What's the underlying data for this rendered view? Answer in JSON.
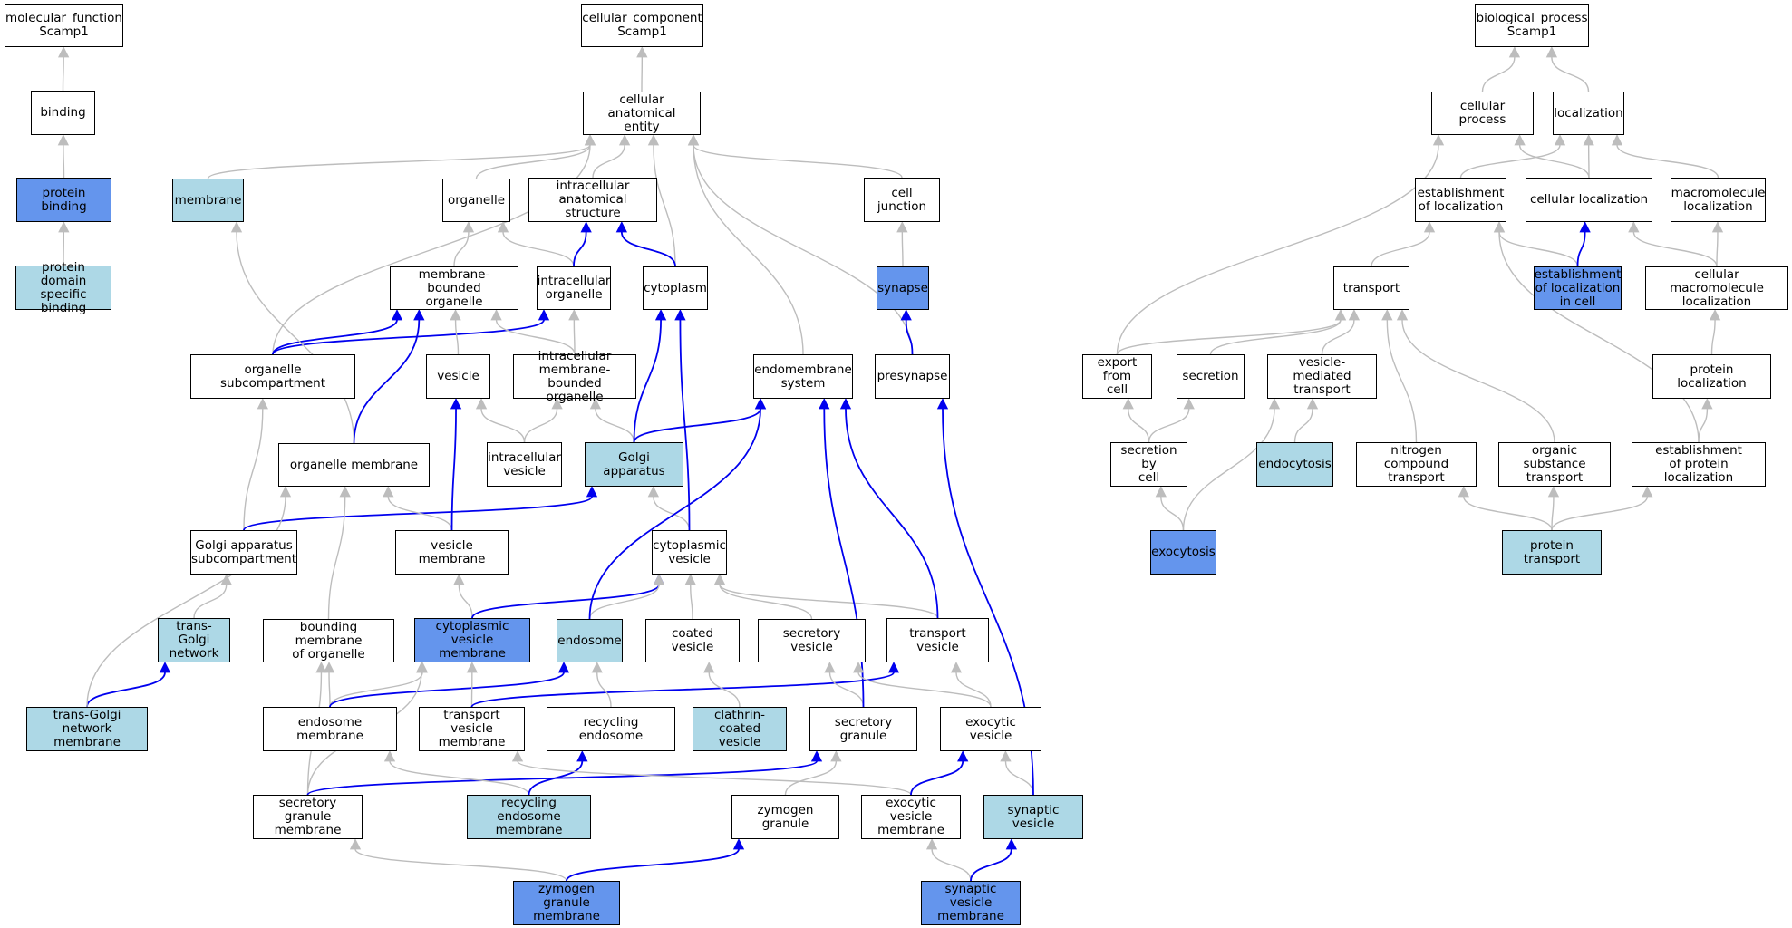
{
  "colors": {
    "plain": "#ffffff",
    "light": "#add8e6",
    "dark": "#6495ed",
    "edge_gray": "#bdbdbd",
    "edge_blue": "#0000ee"
  },
  "nodes": [
    {
      "id": "mf_root",
      "label": "molecular_function\nScamp1",
      "style": "plain"
    },
    {
      "id": "binding",
      "label": "binding",
      "style": "plain"
    },
    {
      "id": "protein_binding",
      "label": "protein binding",
      "style": "dark"
    },
    {
      "id": "protein_domain",
      "label": "protein domain\nspecific binding",
      "style": "light"
    },
    {
      "id": "cc_root",
      "label": "cellular_component\nScamp1",
      "style": "plain"
    },
    {
      "id": "cae",
      "label": "cellular anatomical\nentity",
      "style": "plain"
    },
    {
      "id": "membrane",
      "label": "membrane",
      "style": "light"
    },
    {
      "id": "organelle",
      "label": "organelle",
      "style": "plain"
    },
    {
      "id": "ias",
      "label": "intracellular\nanatomical structure",
      "style": "plain"
    },
    {
      "id": "cell_junction",
      "label": "cell junction",
      "style": "plain"
    },
    {
      "id": "mbo",
      "label": "membrane-bounded\norganelle",
      "style": "plain"
    },
    {
      "id": "intra_org",
      "label": "intracellular\norganelle",
      "style": "plain"
    },
    {
      "id": "cytoplasm",
      "label": "cytoplasm",
      "style": "plain"
    },
    {
      "id": "synapse",
      "label": "synapse",
      "style": "dark"
    },
    {
      "id": "org_subcomp",
      "label": "organelle subcompartment",
      "style": "plain"
    },
    {
      "id": "vesicle",
      "label": "vesicle",
      "style": "plain"
    },
    {
      "id": "imbo",
      "label": "intracellular\nmembrane-bounded\norganelle",
      "style": "plain"
    },
    {
      "id": "endomem",
      "label": "endomembrane\nsystem",
      "style": "plain"
    },
    {
      "id": "presynapse",
      "label": "presynapse",
      "style": "plain"
    },
    {
      "id": "org_membrane",
      "label": "organelle membrane",
      "style": "plain"
    },
    {
      "id": "intra_vesicle",
      "label": "intracellular\nvesicle",
      "style": "plain"
    },
    {
      "id": "golgi",
      "label": "Golgi apparatus",
      "style": "light"
    },
    {
      "id": "golgi_sub",
      "label": "Golgi apparatus\nsubcompartment",
      "style": "plain"
    },
    {
      "id": "vesicle_mem",
      "label": "vesicle membrane",
      "style": "plain"
    },
    {
      "id": "cyto_vesicle",
      "label": "cytoplasmic\nvesicle",
      "style": "plain"
    },
    {
      "id": "tgn",
      "label": "trans-Golgi\nnetwork",
      "style": "light"
    },
    {
      "id": "bound_mem",
      "label": "bounding membrane\nof organelle",
      "style": "plain"
    },
    {
      "id": "cvm",
      "label": "cytoplasmic\nvesicle membrane",
      "style": "dark"
    },
    {
      "id": "endosome",
      "label": "endosome",
      "style": "light"
    },
    {
      "id": "coated_vesicle",
      "label": "coated vesicle",
      "style": "plain"
    },
    {
      "id": "secretory_vesicle",
      "label": "secretory vesicle",
      "style": "plain"
    },
    {
      "id": "transport_vesicle",
      "label": "transport vesicle",
      "style": "plain"
    },
    {
      "id": "tgn_mem",
      "label": "trans-Golgi\nnetwork membrane",
      "style": "light"
    },
    {
      "id": "endo_mem",
      "label": "endosome membrane",
      "style": "plain"
    },
    {
      "id": "tv_mem",
      "label": "transport vesicle\nmembrane",
      "style": "plain"
    },
    {
      "id": "recyc_endo",
      "label": "recycling endosome",
      "style": "plain"
    },
    {
      "id": "clathrin",
      "label": "clathrin-coated\nvesicle",
      "style": "light"
    },
    {
      "id": "sec_granule",
      "label": "secretory granule",
      "style": "plain"
    },
    {
      "id": "exo_vesicle",
      "label": "exocytic vesicle",
      "style": "plain"
    },
    {
      "id": "sg_mem",
      "label": "secretory granule\nmembrane",
      "style": "plain"
    },
    {
      "id": "re_mem",
      "label": "recycling endosome\nmembrane",
      "style": "light"
    },
    {
      "id": "zymogen",
      "label": "zymogen granule",
      "style": "plain"
    },
    {
      "id": "ev_mem",
      "label": "exocytic vesicle\nmembrane",
      "style": "plain"
    },
    {
      "id": "syn_vesicle",
      "label": "synaptic vesicle",
      "style": "light"
    },
    {
      "id": "zg_mem",
      "label": "zymogen granule\nmembrane",
      "style": "dark"
    },
    {
      "id": "sv_mem",
      "label": "synaptic vesicle\nmembrane",
      "style": "dark"
    },
    {
      "id": "bp_root",
      "label": "biological_process\nScamp1",
      "style": "plain"
    },
    {
      "id": "cell_proc",
      "label": "cellular process",
      "style": "plain"
    },
    {
      "id": "localization",
      "label": "localization",
      "style": "plain"
    },
    {
      "id": "est_loc",
      "label": "establishment\nof localization",
      "style": "plain"
    },
    {
      "id": "cell_loc",
      "label": "cellular localization",
      "style": "plain"
    },
    {
      "id": "macro_loc",
      "label": "macromolecule\nlocalization",
      "style": "plain"
    },
    {
      "id": "transport",
      "label": "transport",
      "style": "plain"
    },
    {
      "id": "est_loc_cell",
      "label": "establishment\nof localization\nin cell",
      "style": "dark"
    },
    {
      "id": "cell_macro_loc",
      "label": "cellular macromolecule\nlocalization",
      "style": "plain"
    },
    {
      "id": "export_cell",
      "label": "export from\ncell",
      "style": "plain"
    },
    {
      "id": "secretion",
      "label": "secretion",
      "style": "plain"
    },
    {
      "id": "vmt",
      "label": "vesicle-mediated\ntransport",
      "style": "plain"
    },
    {
      "id": "protein_loc",
      "label": "protein localization",
      "style": "plain"
    },
    {
      "id": "sec_by_cell",
      "label": "secretion by\ncell",
      "style": "plain"
    },
    {
      "id": "endocytosis",
      "label": "endocytosis",
      "style": "light"
    },
    {
      "id": "nitrogen",
      "label": "nitrogen compound\ntransport",
      "style": "plain"
    },
    {
      "id": "organic",
      "label": "organic substance\ntransport",
      "style": "plain"
    },
    {
      "id": "est_prot_loc",
      "label": "establishment\nof protein localization",
      "style": "plain"
    },
    {
      "id": "exocytosis",
      "label": "exocytosis",
      "style": "dark"
    },
    {
      "id": "protein_transport",
      "label": "protein transport",
      "style": "light"
    }
  ],
  "edges": [
    {
      "from": "binding",
      "to": "mf_root",
      "color": "gray"
    },
    {
      "from": "protein_binding",
      "to": "binding",
      "color": "gray"
    },
    {
      "from": "protein_domain",
      "to": "protein_binding",
      "color": "gray"
    },
    {
      "from": "cae",
      "to": "cc_root",
      "color": "gray"
    },
    {
      "from": "membrane",
      "to": "cae",
      "color": "gray"
    },
    {
      "from": "organelle",
      "to": "cae",
      "color": "gray"
    },
    {
      "from": "ias",
      "to": "cae",
      "color": "gray"
    },
    {
      "from": "cytoplasm",
      "to": "cae",
      "color": "gray"
    },
    {
      "from": "endomem",
      "to": "cae",
      "color": "gray"
    },
    {
      "from": "presynapse",
      "to": "cae",
      "color": "gray"
    },
    {
      "from": "cell_junction",
      "to": "cae",
      "color": "gray"
    },
    {
      "from": "org_subcomp",
      "to": "cae",
      "color": "gray"
    },
    {
      "from": "mbo",
      "to": "organelle",
      "color": "gray"
    },
    {
      "from": "intra_org",
      "to": "organelle",
      "color": "gray"
    },
    {
      "from": "intra_org",
      "to": "ias",
      "color": "blue"
    },
    {
      "from": "cytoplasm",
      "to": "ias",
      "color": "blue"
    },
    {
      "from": "synapse",
      "to": "cell_junction",
      "color": "gray"
    },
    {
      "from": "presynapse",
      "to": "synapse",
      "color": "blue"
    },
    {
      "from": "org_subcomp",
      "to": "mbo",
      "color": "blue"
    },
    {
      "from": "org_subcomp",
      "to": "intra_org",
      "color": "blue"
    },
    {
      "from": "vesicle",
      "to": "mbo",
      "color": "gray"
    },
    {
      "from": "imbo",
      "to": "mbo",
      "color": "gray"
    },
    {
      "from": "imbo",
      "to": "intra_org",
      "color": "gray"
    },
    {
      "from": "org_membrane",
      "to": "mbo",
      "color": "blue"
    },
    {
      "from": "org_membrane",
      "to": "membrane",
      "color": "gray"
    },
    {
      "from": "intra_vesicle",
      "to": "vesicle",
      "color": "gray"
    },
    {
      "from": "intra_vesicle",
      "to": "imbo",
      "color": "gray"
    },
    {
      "from": "golgi",
      "to": "imbo",
      "color": "gray"
    },
    {
      "from": "golgi",
      "to": "cytoplasm",
      "color": "blue"
    },
    {
      "from": "golgi",
      "to": "endomem",
      "color": "blue"
    },
    {
      "from": "golgi_sub",
      "to": "org_subcomp",
      "color": "gray"
    },
    {
      "from": "golgi_sub",
      "to": "golgi",
      "color": "blue"
    },
    {
      "from": "vesicle_mem",
      "to": "org_membrane",
      "color": "gray"
    },
    {
      "from": "vesicle_mem",
      "to": "vesicle",
      "color": "blue"
    },
    {
      "from": "cyto_vesicle",
      "to": "golgi",
      "color": "gray"
    },
    {
      "from": "cyto_vesicle",
      "to": "cytoplasm",
      "color": "blue"
    },
    {
      "from": "tgn",
      "to": "golgi_sub",
      "color": "gray"
    },
    {
      "from": "tgn_mem",
      "to": "tgn",
      "color": "blue"
    },
    {
      "from": "tgn_mem",
      "to": "org_membrane",
      "color": "gray"
    },
    {
      "from": "bound_mem",
      "to": "org_membrane",
      "color": "gray"
    },
    {
      "from": "cvm",
      "to": "vesicle_mem",
      "color": "gray"
    },
    {
      "from": "cvm",
      "to": "cyto_vesicle",
      "color": "blue"
    },
    {
      "from": "endosome",
      "to": "cyto_vesicle",
      "color": "gray"
    },
    {
      "from": "endosome",
      "to": "endomem",
      "color": "blue"
    },
    {
      "from": "coated_vesicle",
      "to": "cyto_vesicle",
      "color": "gray"
    },
    {
      "from": "secretory_vesicle",
      "to": "cyto_vesicle",
      "color": "gray"
    },
    {
      "from": "transport_vesicle",
      "to": "cyto_vesicle",
      "color": "gray"
    },
    {
      "from": "transport_vesicle",
      "to": "endomem",
      "color": "blue"
    },
    {
      "from": "endo_mem",
      "to": "bound_mem",
      "color": "gray"
    },
    {
      "from": "endo_mem",
      "to": "cvm",
      "color": "gray"
    },
    {
      "from": "endo_mem",
      "to": "endosome",
      "color": "blue"
    },
    {
      "from": "tv_mem",
      "to": "cvm",
      "color": "gray"
    },
    {
      "from": "tv_mem",
      "to": "transport_vesicle",
      "color": "blue"
    },
    {
      "from": "recyc_endo",
      "to": "endosome",
      "color": "gray"
    },
    {
      "from": "clathrin",
      "to": "coated_vesicle",
      "color": "gray"
    },
    {
      "from": "sec_granule",
      "to": "secretory_vesicle",
      "color": "gray"
    },
    {
      "from": "sec_granule",
      "to": "endomem",
      "color": "blue"
    },
    {
      "from": "exo_vesicle",
      "to": "transport_vesicle",
      "color": "gray"
    },
    {
      "from": "exo_vesicle",
      "to": "secretory_vesicle",
      "color": "gray"
    },
    {
      "from": "sg_mem",
      "to": "bound_mem",
      "color": "gray"
    },
    {
      "from": "sg_mem",
      "to": "cvm",
      "color": "gray"
    },
    {
      "from": "sg_mem",
      "to": "sec_granule",
      "color": "blue"
    },
    {
      "from": "re_mem",
      "to": "endo_mem",
      "color": "gray"
    },
    {
      "from": "re_mem",
      "to": "recyc_endo",
      "color": "blue"
    },
    {
      "from": "zymogen",
      "to": "sec_granule",
      "color": "gray"
    },
    {
      "from": "ev_mem",
      "to": "tv_mem",
      "color": "gray"
    },
    {
      "from": "ev_mem",
      "to": "exo_vesicle",
      "color": "blue"
    },
    {
      "from": "syn_vesicle",
      "to": "exo_vesicle",
      "color": "gray"
    },
    {
      "from": "syn_vesicle",
      "to": "presynapse",
      "color": "blue"
    },
    {
      "from": "zg_mem",
      "to": "sg_mem",
      "color": "gray"
    },
    {
      "from": "zg_mem",
      "to": "zymogen",
      "color": "blue"
    },
    {
      "from": "sv_mem",
      "to": "ev_mem",
      "color": "gray"
    },
    {
      "from": "sv_mem",
      "to": "syn_vesicle",
      "color": "blue"
    },
    {
      "from": "cell_proc",
      "to": "bp_root",
      "color": "gray"
    },
    {
      "from": "localization",
      "to": "bp_root",
      "color": "gray"
    },
    {
      "from": "est_loc",
      "to": "localization",
      "color": "gray"
    },
    {
      "from": "cell_loc",
      "to": "localization",
      "color": "gray"
    },
    {
      "from": "cell_loc",
      "to": "cell_proc",
      "color": "gray"
    },
    {
      "from": "macro_loc",
      "to": "localization",
      "color": "gray"
    },
    {
      "from": "transport",
      "to": "est_loc",
      "color": "gray"
    },
    {
      "from": "est_loc_cell",
      "to": "est_loc",
      "color": "gray"
    },
    {
      "from": "est_loc_cell",
      "to": "cell_loc",
      "color": "blue"
    },
    {
      "from": "cell_macro_loc",
      "to": "cell_loc",
      "color": "gray"
    },
    {
      "from": "cell_macro_loc",
      "to": "macro_loc",
      "color": "gray"
    },
    {
      "from": "export_cell",
      "to": "transport",
      "color": "gray"
    },
    {
      "from": "export_cell",
      "to": "cell_proc",
      "color": "gray"
    },
    {
      "from": "secretion",
      "to": "transport",
      "color": "gray"
    },
    {
      "from": "vmt",
      "to": "transport",
      "color": "gray"
    },
    {
      "from": "protein_loc",
      "to": "cell_macro_loc",
      "color": "gray"
    },
    {
      "from": "sec_by_cell",
      "to": "export_cell",
      "color": "gray"
    },
    {
      "from": "sec_by_cell",
      "to": "secretion",
      "color": "gray"
    },
    {
      "from": "endocytosis",
      "to": "vmt",
      "color": "gray"
    },
    {
      "from": "nitrogen",
      "to": "transport",
      "color": "gray"
    },
    {
      "from": "organic",
      "to": "transport",
      "color": "gray"
    },
    {
      "from": "est_prot_loc",
      "to": "protein_loc",
      "color": "gray"
    },
    {
      "from": "est_prot_loc",
      "to": "est_loc",
      "color": "gray"
    },
    {
      "from": "exocytosis",
      "to": "sec_by_cell",
      "color": "gray"
    },
    {
      "from": "exocytosis",
      "to": "vmt",
      "color": "gray"
    },
    {
      "from": "protein_transport",
      "to": "nitrogen",
      "color": "gray"
    },
    {
      "from": "protein_transport",
      "to": "organic",
      "color": "gray"
    },
    {
      "from": "protein_transport",
      "to": "est_prot_loc",
      "color": "gray"
    }
  ]
}
